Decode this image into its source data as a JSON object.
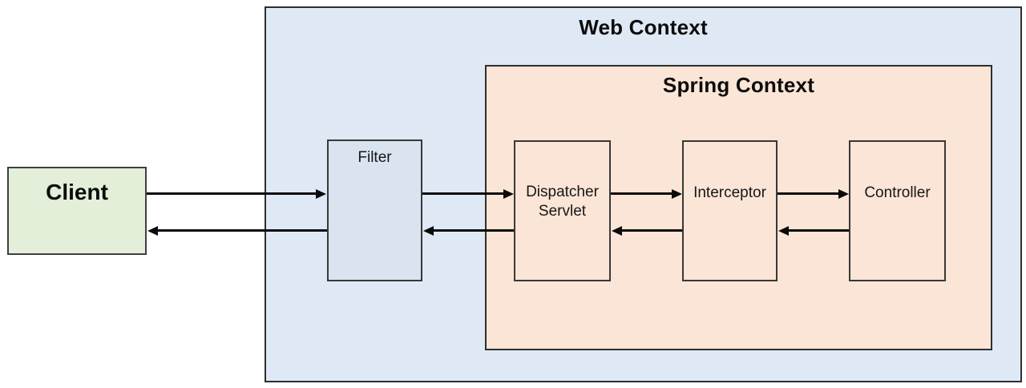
{
  "diagram": {
    "containers": {
      "web_context": {
        "title": "Web Context",
        "fill": "#dfe9f5",
        "border": "#2e2e2e"
      },
      "spring_context": {
        "title": "Spring Context",
        "fill": "#fbe5d6",
        "border": "#2e2e2e"
      }
    },
    "nodes": {
      "client": {
        "label": "Client",
        "fill": "#e3efd9"
      },
      "filter": {
        "label": "Filter",
        "fill": "#dae4f1"
      },
      "dispatcher_servlet": {
        "label": "Dispatcher Servlet",
        "fill": "#fbe5d6"
      },
      "interceptor": {
        "label": "Interceptor",
        "fill": "#fbe5d6"
      },
      "controller": {
        "label": "Controller",
        "fill": "#fbe5d6"
      }
    },
    "edges": [
      {
        "from": "Client",
        "to": "Filter",
        "direction": "forward"
      },
      {
        "from": "Filter",
        "to": "Dispatcher Servlet",
        "direction": "forward"
      },
      {
        "from": "Dispatcher Servlet",
        "to": "Interceptor",
        "direction": "forward"
      },
      {
        "from": "Interceptor",
        "to": "Controller",
        "direction": "forward"
      },
      {
        "from": "Controller",
        "to": "Interceptor",
        "direction": "return"
      },
      {
        "from": "Interceptor",
        "to": "Dispatcher Servlet",
        "direction": "return"
      },
      {
        "from": "Dispatcher Servlet",
        "to": "Filter",
        "direction": "return"
      },
      {
        "from": "Filter",
        "to": "Client",
        "direction": "return"
      }
    ],
    "colors": {
      "arrow": "#0a0a0a",
      "page_background": "#ffffff",
      "text": "#0c0c0c"
    }
  }
}
